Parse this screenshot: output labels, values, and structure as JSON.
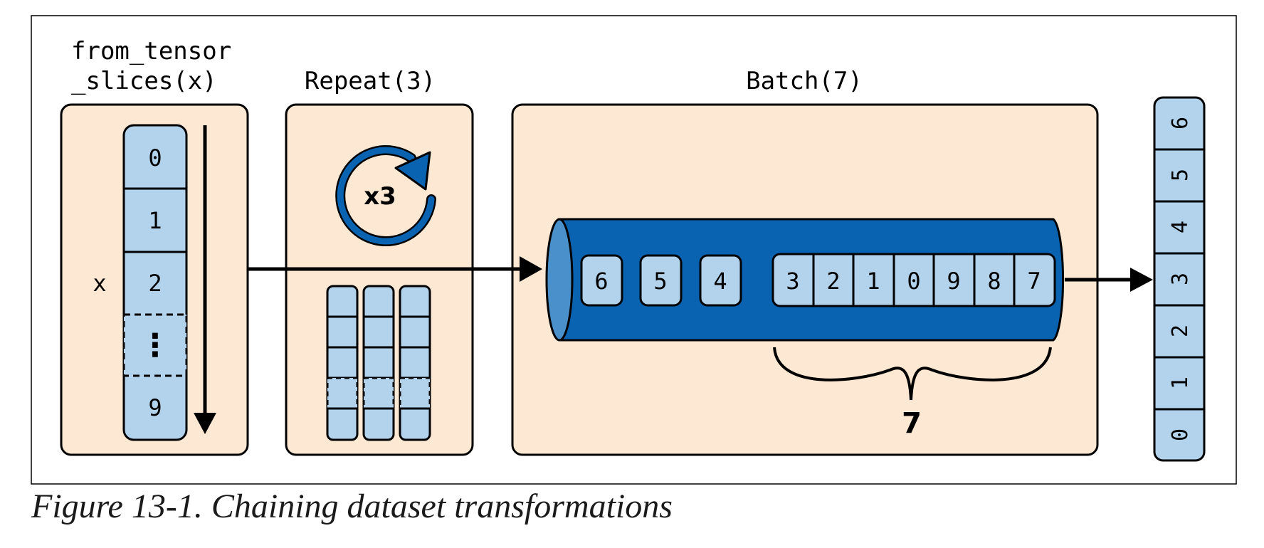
{
  "stages": {
    "from_tensor_slices": {
      "title_line1": "from_tensor",
      "title_line2": "_slices(x)",
      "side_label": "x",
      "items": [
        "0",
        "1",
        "2",
        "⋮",
        "9"
      ]
    },
    "repeat": {
      "title": "Repeat(3)",
      "icon_label": "x3"
    },
    "batch": {
      "title": "Batch(7)",
      "loose_items": [
        "6",
        "5",
        "4"
      ],
      "batch_items": [
        "3",
        "2",
        "1",
        "0",
        "9",
        "8",
        "7"
      ],
      "brace_label": "7"
    }
  },
  "output": {
    "items": [
      "6",
      "5",
      "4",
      "3",
      "2",
      "1",
      "0"
    ]
  },
  "colors": {
    "panel_fill": "#fde8d3",
    "cell_fill": "#b3d3ec",
    "pipe_blue": "#0a63b0",
    "pipe_end": "#4a91cc",
    "outline": "#000000"
  },
  "caption": "Figure 13-1. Chaining dataset transformations"
}
